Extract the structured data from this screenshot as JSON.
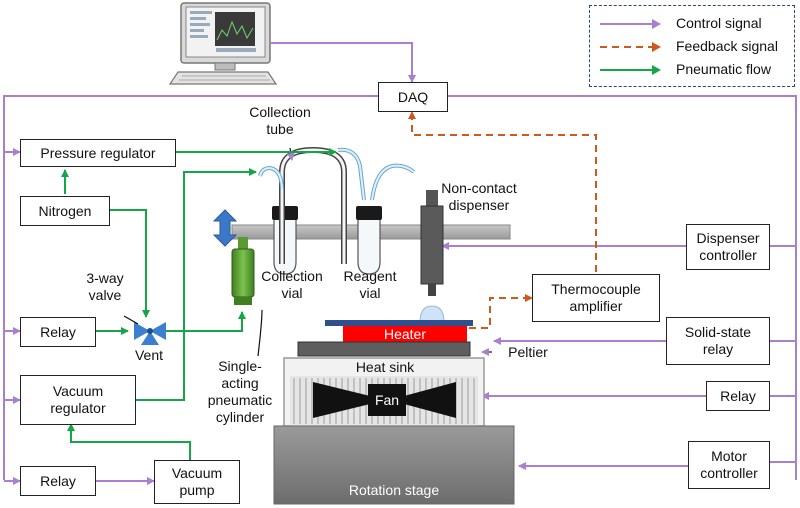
{
  "legend": {
    "control": "Control signal",
    "feedback": "Feedback signal",
    "pneumatic": "Pneumatic flow"
  },
  "colors": {
    "control": "#a97fd0",
    "feedback": "#cc5a1c",
    "pneumatic": "#17a54a",
    "heater": "#ff0000",
    "stage_fill": "#7f7f7f",
    "plate": "#2f4f8f",
    "cylinder": "#4f9a2e",
    "bar": "#a6a6a6"
  },
  "boxes": {
    "daq": "DAQ",
    "pressure_regulator": "Pressure regulator",
    "nitrogen": "Nitrogen",
    "relay_vent": "Relay",
    "vacuum_regulator": "Vacuum\nregulator",
    "relay_bottom": "Relay",
    "vacuum_pump": "Vacuum\npump",
    "dispenser_controller": "Dispenser\ncontroller",
    "thermocouple_amplifier": "Thermocouple\namplifier",
    "solid_state_relay": "Solid-state\nrelay",
    "relay_fan": "Relay",
    "motor_controller": "Motor\ncontroller"
  },
  "labels": {
    "collection_tube": "Collection\ntube",
    "non_contact_dispenser": "Non-contact\ndispenser",
    "three_way_valve": "3-way\nvalve",
    "vent": "Vent",
    "collection_vial": "Collection\nvial",
    "reagent_vial": "Reagent\nvial",
    "heater": "Heater",
    "peltier": "Peltier",
    "heat_sink": "Heat sink",
    "fan": "Fan",
    "cylinder": "Single-\nacting\npneumatic\ncylinder",
    "rotation_stage": "Rotation stage"
  },
  "icons": {
    "computer": "computer-icon",
    "valve": "three-way-valve-icon",
    "arrow": "up-down-arrow-icon"
  }
}
